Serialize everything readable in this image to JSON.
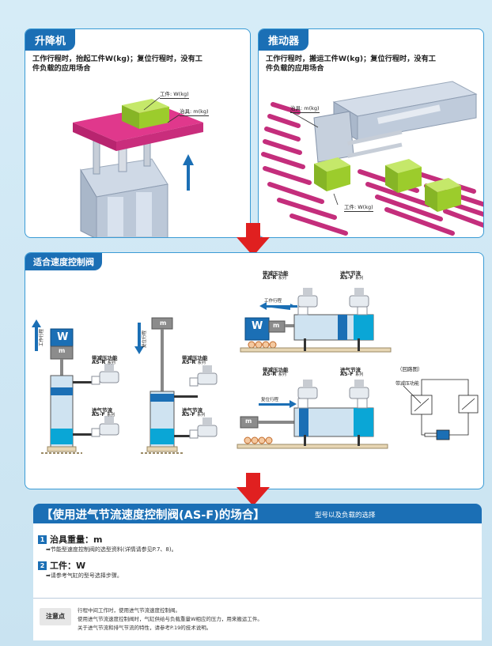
{
  "lift": {
    "title": "升降机",
    "desc_line1": "工作行程时，抬起工件W(kg)；复位行程时，没有工",
    "desc_line2": "件负载的应用场合",
    "callout_work": "工件: W(kg)",
    "callout_jig": "治具: m(kg)"
  },
  "pusher": {
    "title": "推动器",
    "desc_line1": "工作行程时，搬运工件W(kg)；复位行程时，没有工",
    "desc_line2": "件负载的应用场合",
    "callout_jig": "治具: m(kg)",
    "callout_work": "工件: W(kg)"
  },
  "speed": {
    "title": "适合速度控制阀",
    "work_stroke": "工作行程",
    "reset_stroke": "复位行程",
    "w_label": "W",
    "m_label": "m",
    "valve_r_name": "带减压功能",
    "valve_r_model": "AS-R",
    "valve_f_name": "进气节流",
    "valve_f_model": "AS-F",
    "series": "系列",
    "circuit_title": "（回路图）",
    "circuit_valve": "带减压功能"
  },
  "selection": {
    "header": "【使用进气节流速度控制阀(AS-F)的场合】",
    "header_sub": "型号以及负载的选择",
    "item1_num": "1",
    "item1_title": "治具重量：m",
    "item1_sub": "➡节能型速度控制阀的选型资料(详情请参见P.7、8)。",
    "item2_num": "2",
    "item2_title": "工件：W",
    "item2_sub": "➡请参考气缸的型号选择步骤。"
  },
  "note": {
    "badge": "注意点",
    "line1": "行程中间工作时，使用进气节流速度控制阀。",
    "line2": "使用进气节流速度控制阀时，气缸供给与负载重量W相应的压力，用来搬运工件。",
    "line3": "关于进气节流和排气节流的特性，请参考P.19的技术说明。"
  },
  "colors": {
    "brand_blue": "#1b6fb5",
    "border_blue": "#3a9bd5",
    "arrow_red": "#e02020",
    "jig_magenta": "#e0388c",
    "work_green": "#9ccc2c",
    "cyl_cyan": "#0aa6d6"
  }
}
